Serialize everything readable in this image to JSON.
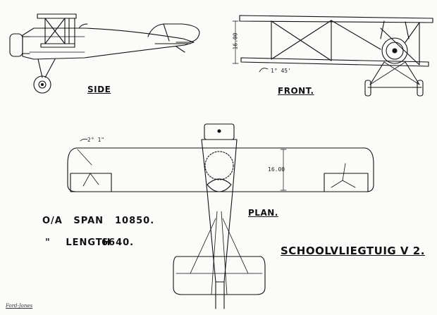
{
  "labels": {
    "side": "SIDE",
    "front": "FRONT.",
    "plan": "PLAN.",
    "title": "SCHOOLVLIEGTUIG V 2."
  },
  "specs": [
    {
      "prefix": "O/A",
      "name": "SPAN",
      "value": "10850."
    },
    {
      "prefix": "\"",
      "name": "LENGTH",
      "value": "6640."
    }
  ],
  "dimensions": {
    "front_gap": "16.00",
    "plan_gap": "16.00",
    "front_dihedral": "1° 45'",
    "plan_sweep": "2° 1\""
  },
  "signature": "Ford-Jones"
}
